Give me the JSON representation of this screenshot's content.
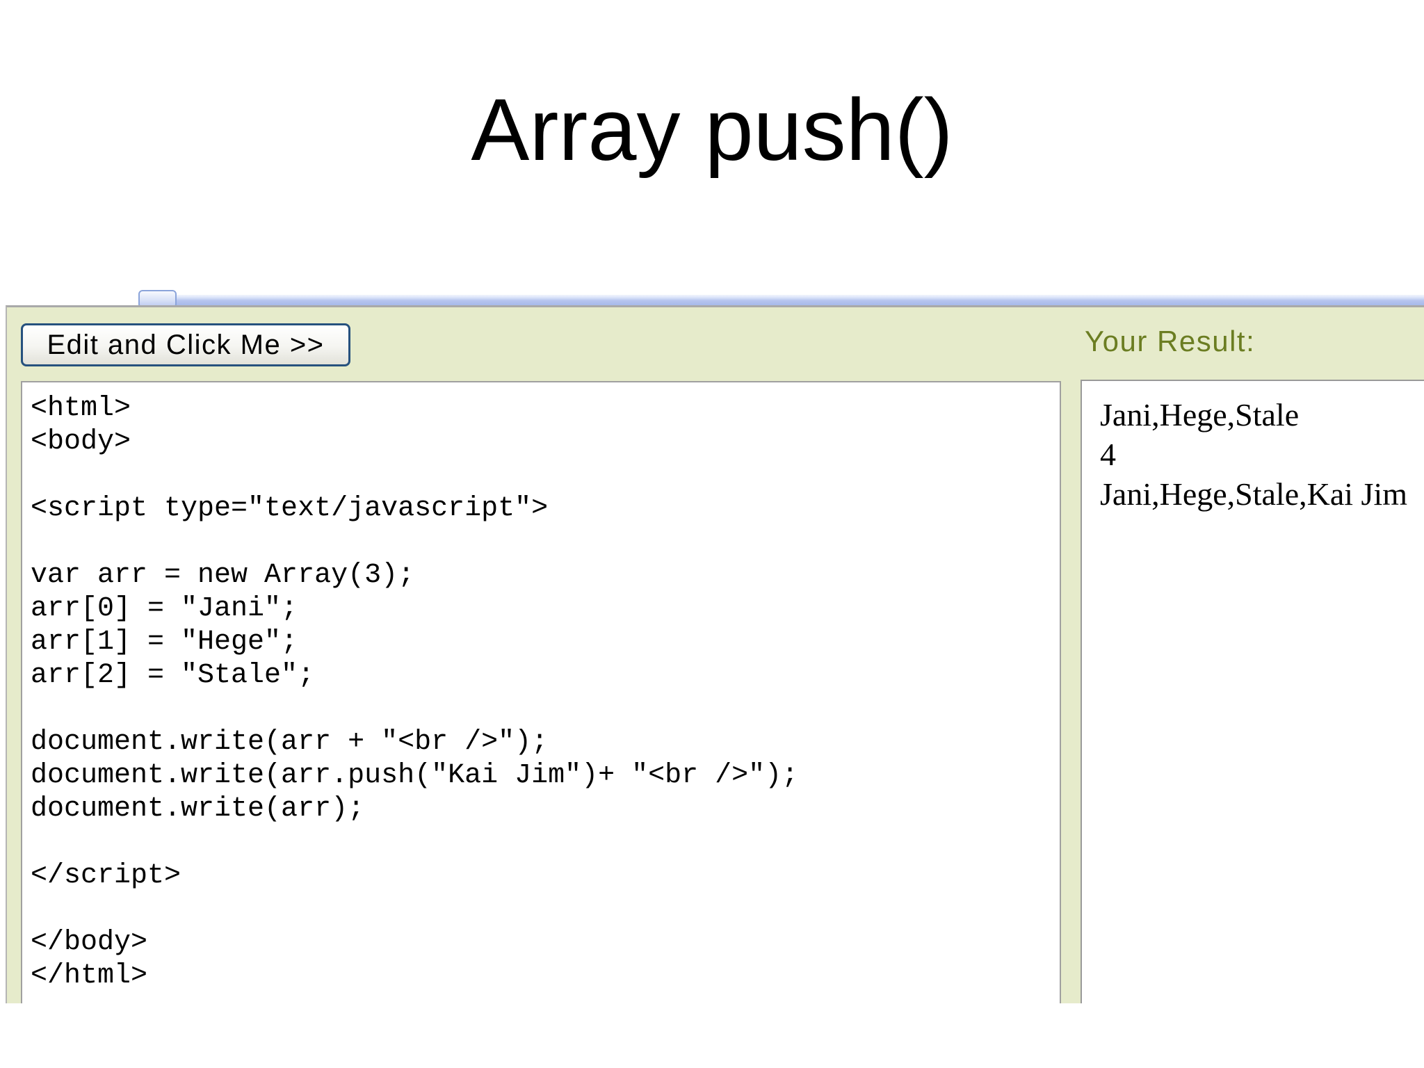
{
  "page": {
    "title": "Array push()"
  },
  "tryit": {
    "run_button_label": "Edit and Click Me >>",
    "code_lines": [
      "<html>",
      "<body>",
      "",
      "<script type=\"text/javascript\">",
      "",
      "var arr = new Array(3);",
      "arr[0] = \"Jani\";",
      "arr[1] = \"Hege\";",
      "arr[2] = \"Stale\";",
      "",
      "document.write(arr + \"<br />\");",
      "document.write(arr.push(\"Kai Jim\")+ \"<br />\");",
      "document.write(arr);",
      "",
      "</script>",
      "",
      "</body>",
      "</html>"
    ],
    "result_heading": "Your Result:",
    "result_lines": [
      "Jani,Hege,Stale",
      "4",
      "Jani,Hege,Stale,Kai Jim"
    ]
  },
  "colors": {
    "panel_background": "#e6ebcb",
    "panel_border": "#a9a9a9",
    "box_border": "#a0a0a0",
    "button_border": "#26517e",
    "result_heading_text": "#6b7d22",
    "scrollbar_blue": "#b6c5ef",
    "code_text": "#000000",
    "result_text": "#000000",
    "title_text": "#000000"
  }
}
